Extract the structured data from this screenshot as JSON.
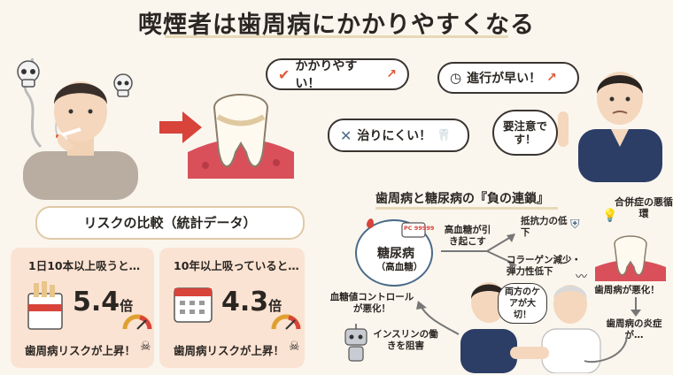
{
  "title": "喫煙者は歯周病にかかりやすくなる",
  "bubbles": {
    "easy": "かかりやすい！",
    "fast": "進行が早い！",
    "hard_to_heal": "治りにくい！",
    "caution": "要注意です！"
  },
  "risk": {
    "title": "リスクの比較（統計データ）",
    "cards": [
      {
        "head": "1日10本以上吸うと…",
        "value": "5.4",
        "unit": "倍",
        "foot": "歯周病リスクが上昇！"
      },
      {
        "head": "10年以上吸っていると…",
        "value": "4.3",
        "unit": "倍",
        "foot": "歯周病リスクが上昇！"
      }
    ]
  },
  "vicious": {
    "title": "歯周病と糖尿病の『負の連鎖』",
    "badge": "合併症の悪循環",
    "diabetes": "糖尿病",
    "diabetes_sub": "（高血糖）",
    "meter": "PC 99999",
    "high_glucose": "高血糖が引き起こす",
    "resistance": "抵抗力の低下",
    "collagen": "コラーゲン減少・弾力性低下",
    "worse": "歯周病が悪化！",
    "inflammation": "歯周病の炎症が…",
    "insulin": "インスリンの働きを阻害",
    "control": "血糖値コントロールが悪化！",
    "both_care": "両方のケアが大切！"
  },
  "colors": {
    "accent": "#e05a3a",
    "card": "#fbe3d3",
    "gum": "#d9505a",
    "navy": "#2c3e66"
  }
}
